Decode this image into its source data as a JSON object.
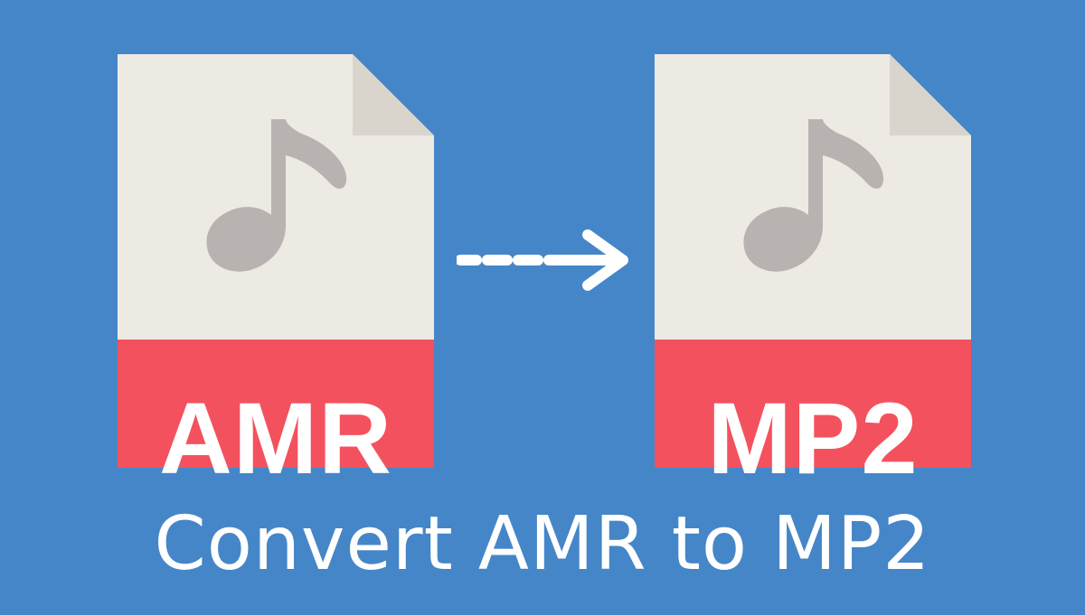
{
  "colors": {
    "background": "#4586c8",
    "file_body": "#eceae2",
    "file_fold": "#d9d5cc",
    "file_band": "#f4515f",
    "music_note": "#b8b2b0",
    "arrow": "#ffffff",
    "text": "#ffffff"
  },
  "left_file": {
    "icon": "music-note-icon",
    "label": "AMR"
  },
  "right_file": {
    "icon": "music-note-icon",
    "label": "MP2"
  },
  "arrow": {
    "icon": "dashed-right-arrow-icon"
  },
  "caption": "Convert AMR to MP2"
}
